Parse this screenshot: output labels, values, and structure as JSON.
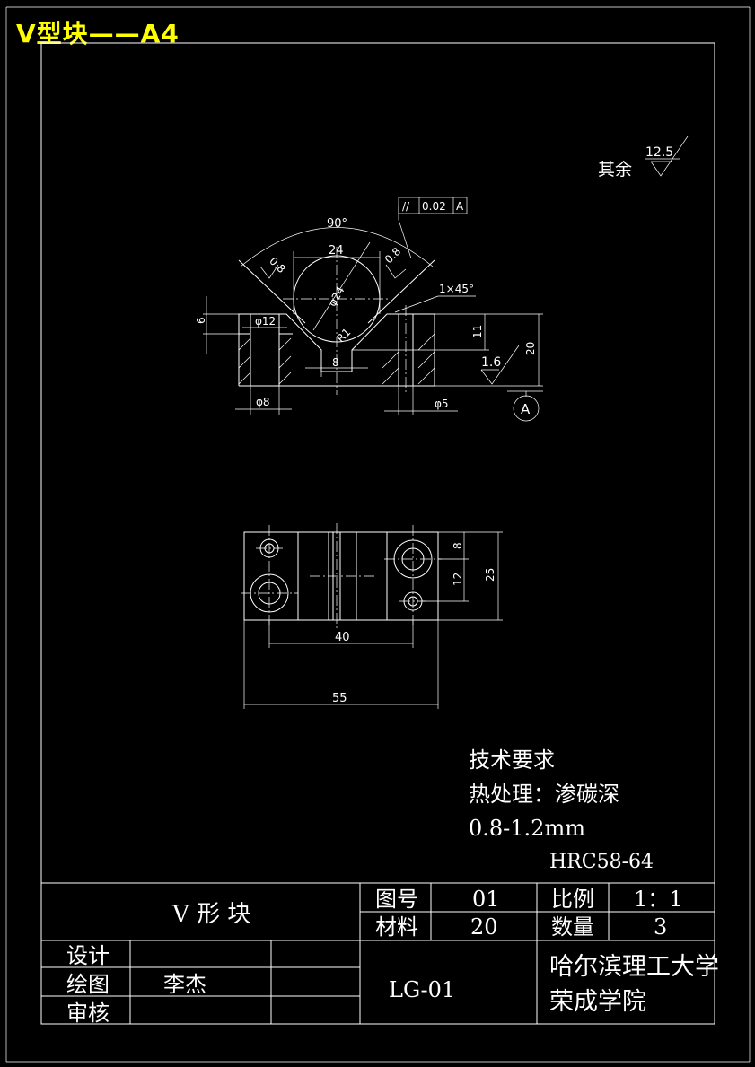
{
  "header": {
    "title": "V型块——A4"
  },
  "surface_note": {
    "label": "其余",
    "roughness": "12.5"
  },
  "front_view": {
    "tolerance": {
      "symbol": "//",
      "value": "0.02",
      "datum": "A"
    },
    "angle": "90°",
    "dims": {
      "top_width": "24",
      "chamfer": "1×45°",
      "sphere": "φ24",
      "radius": "R1",
      "slot_width": "8",
      "left_height": "6",
      "counterbore": "φ12",
      "bore_left": "φ8",
      "bore_right": "φ5",
      "v_depth": "11",
      "total_height": "20",
      "v_rough_left": "0.8",
      "v_rough_right": "0.8",
      "base_rough": "1.6"
    },
    "datum_label": "A"
  },
  "top_view": {
    "dims": {
      "hole_spacing": "40",
      "total_width": "55",
      "d8": "8",
      "d12": "12",
      "d25": "25"
    }
  },
  "notes": {
    "heading": "技术要求",
    "line1": "热处理：渗碳深",
    "line2": "0.8-1.2mm",
    "line3": "HRC58-64"
  },
  "title_block": {
    "part_name": "V  形  块",
    "drawing_no_label": "图号",
    "drawing_no": "01",
    "scale_label": "比例",
    "scale": "1：1",
    "material_label": "材料",
    "material": "20",
    "quantity_label": "数量",
    "quantity": "3",
    "design_label": "设计",
    "drawn_label": "绘图",
    "drawn_by": "李杰",
    "check_label": "审核",
    "code": "LG-01",
    "school_line1": "哈尔滨理工大学",
    "school_line2": "荣成学院"
  }
}
